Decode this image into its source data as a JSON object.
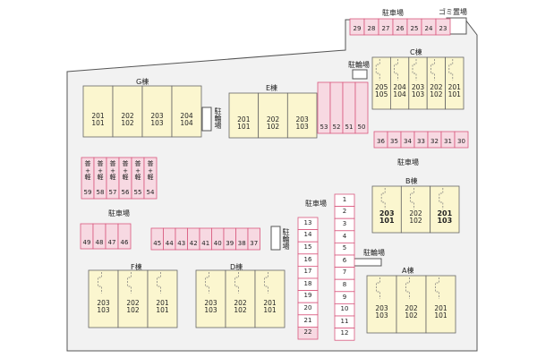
{
  "labels": {
    "parking_top": "駐車場",
    "garbage": "ゴミ置場",
    "bicycle_c": "駐輪場",
    "bicycle_g": "駐輪場",
    "parking_right_mid": "駐車場",
    "parking_left": "駐車場",
    "parking_center": "駐車場",
    "bicycle_mid": "駐輪場",
    "bicycle_a": "駐輪場"
  },
  "buildings": [
    {
      "id": "G",
      "title": "G棟",
      "units": [
        [
          "201",
          "101"
        ],
        [
          "202",
          "102"
        ],
        [
          "203",
          "103"
        ],
        [
          "204",
          "104"
        ]
      ]
    },
    {
      "id": "E",
      "title": "E棟",
      "units": [
        [
          "201",
          "101"
        ],
        [
          "202",
          "102"
        ],
        [
          "203",
          "103"
        ]
      ]
    },
    {
      "id": "C",
      "title": "C棟",
      "units": [
        [
          "205",
          "105"
        ],
        [
          "204",
          "104"
        ],
        [
          "203",
          "103"
        ],
        [
          "202",
          "102"
        ],
        [
          "201",
          "101"
        ]
      ]
    },
    {
      "id": "B",
      "title": "B棟",
      "units": [
        [
          "203",
          "101"
        ],
        [
          "202",
          "102"
        ],
        [
          "201",
          "103"
        ]
      ]
    },
    {
      "id": "F",
      "title": "F棟",
      "units": [
        [
          "203",
          "103"
        ],
        [
          "202",
          "102"
        ],
        [
          "201",
          "101"
        ]
      ]
    },
    {
      "id": "D",
      "title": "D棟",
      "units": [
        [
          "203",
          "103"
        ],
        [
          "202",
          "102"
        ],
        [
          "201",
          "101"
        ]
      ]
    },
    {
      "id": "A",
      "title": "A棟",
      "units": [
        [
          "203",
          "103"
        ],
        [
          "202",
          "102"
        ],
        [
          "201",
          "101"
        ]
      ]
    }
  ],
  "parking": {
    "top_row": [
      "29",
      "28",
      "27",
      "26",
      "25",
      "24",
      "23"
    ],
    "c_row": [
      "36",
      "35",
      "34",
      "33",
      "32",
      "31",
      "30"
    ],
    "e_side": [
      "53",
      "52",
      "51",
      "50"
    ],
    "bike_row": [
      "59",
      "58",
      "57",
      "56",
      "55",
      "54"
    ],
    "bike_marks": [
      "普",
      "+",
      "軽"
    ],
    "left_row": [
      "49",
      "48",
      "47",
      "46"
    ],
    "center_row": [
      "45",
      "44",
      "43",
      "42",
      "41",
      "40",
      "39",
      "38",
      "37"
    ],
    "col_left": [
      "13",
      "14",
      "15",
      "16",
      "17",
      "18",
      "19",
      "20",
      "21",
      "22"
    ],
    "col_right": [
      "1",
      "2",
      "3",
      "4",
      "5",
      "6",
      "7",
      "8",
      "9",
      "10",
      "11",
      "12"
    ]
  }
}
